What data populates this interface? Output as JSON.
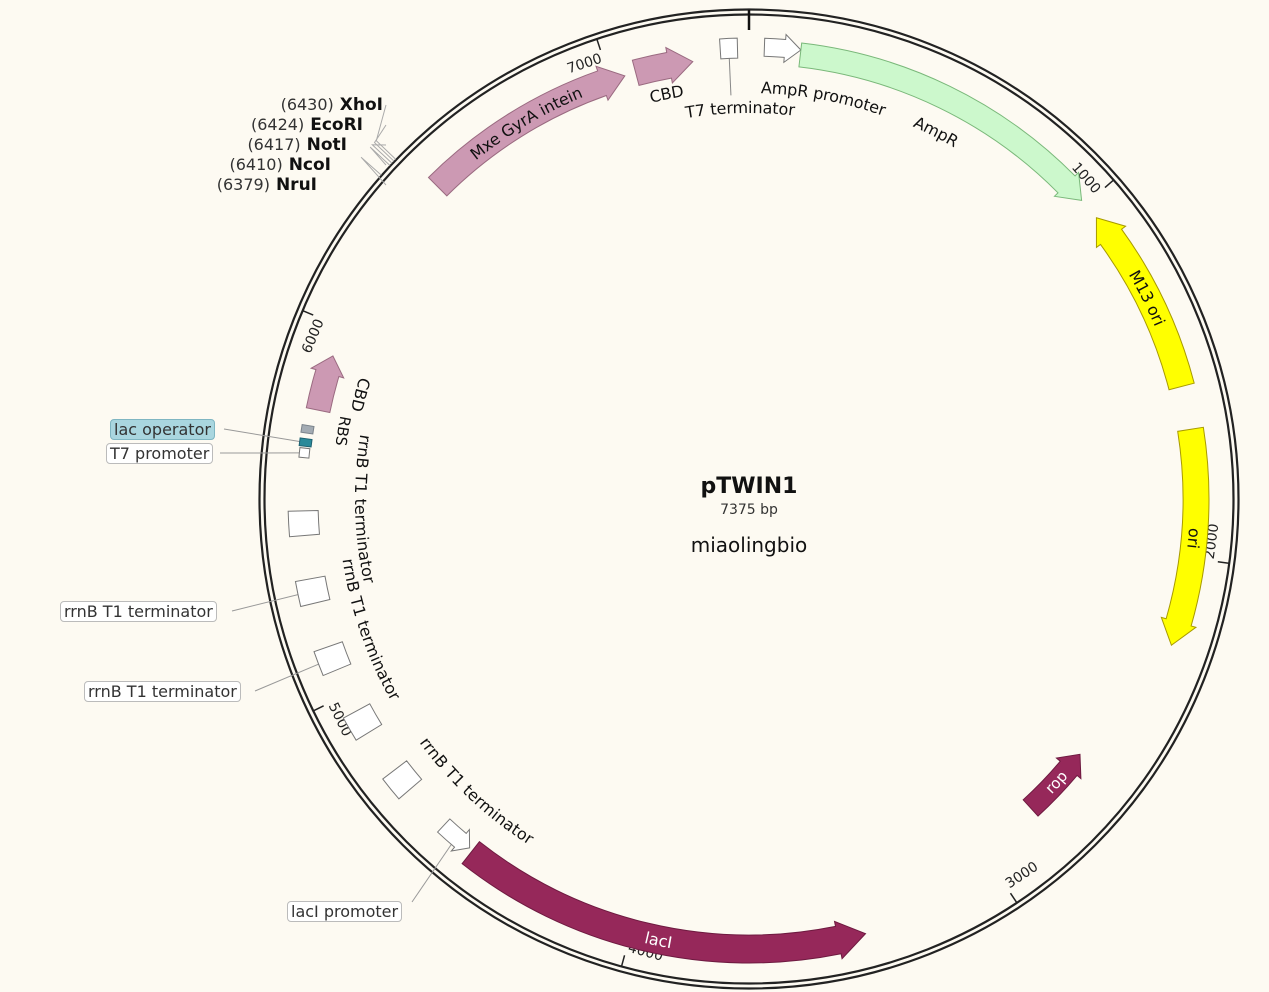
{
  "plasmid": {
    "name": "pTWIN1",
    "length_label": "7375 bp",
    "length": 7375,
    "brand": "miaolingbio"
  },
  "colors": {
    "background": "#fdfaf2",
    "pink": "#cc99b3",
    "maroon": "#96285a",
    "green": "#ccf8cc",
    "yellow": "#ffff00",
    "teal": "#2a8a9a",
    "gray": "#a3abb3",
    "white": "#ffffff"
  },
  "ticks": [
    {
      "bp": 1000,
      "label": "1000"
    },
    {
      "bp": 2000,
      "label": "2000"
    },
    {
      "bp": 3000,
      "label": "3000"
    },
    {
      "bp": 4000,
      "label": "4000"
    },
    {
      "bp": 5000,
      "label": "5000"
    },
    {
      "bp": 6000,
      "label": "6000"
    },
    {
      "bp": 7000,
      "label": "7000"
    }
  ],
  "features": [
    {
      "name": "AmpR promoter",
      "start": 40,
      "end": 135,
      "direction": "forward",
      "color": "#ffffff"
    },
    {
      "name": "AmpR",
      "start": 135,
      "end": 985,
      "direction": "forward",
      "color": "#ccf8cc"
    },
    {
      "name": "M13 ori",
      "start": 1045,
      "end": 1545,
      "direction": "reverse",
      "color": "#ffff00"
    },
    {
      "name": "ori",
      "start": 1660,
      "end": 2235,
      "direction": "forward",
      "color": "#ffff00"
    },
    {
      "name": "rop",
      "start": 2615,
      "end": 2820,
      "direction": "reverse",
      "color": "#96285a"
    },
    {
      "name": "lacI",
      "start": 3380,
      "end": 4470,
      "direction": "reverse",
      "color": "#96285a"
    },
    {
      "name": "lacI promoter",
      "start": 4480,
      "end": 4570,
      "direction": "reverse",
      "color": "#ffffff"
    },
    {
      "name": "rrnB T1 terminator",
      "start": 4700,
      "end": 4765,
      "direction": "none",
      "color": "#ffffff"
    },
    {
      "name": "rrnB T1 terminator",
      "start": 4885,
      "end": 4950,
      "direction": "none",
      "color": "#ffffff"
    },
    {
      "name": "rrnB T1 terminator",
      "start": 5070,
      "end": 5135,
      "direction": "none",
      "color": "#ffffff"
    },
    {
      "name": "rrnB T1 terminator",
      "start": 5255,
      "end": 5320,
      "direction": "none",
      "color": "#ffffff"
    },
    {
      "name": "rrnB T1 terminator",
      "start": 5435,
      "end": 5500,
      "direction": "none",
      "color": "#ffffff"
    },
    {
      "name": "T7 promoter",
      "start": 5640,
      "end": 5665,
      "direction": "none",
      "color": "#ffffff"
    },
    {
      "name": "lac operator",
      "start": 5670,
      "end": 5690,
      "direction": "none",
      "color": "#2a8a9a"
    },
    {
      "name": "RBS",
      "start": 5705,
      "end": 5725,
      "direction": "none",
      "color": "#a3abb3"
    },
    {
      "name": "CBD",
      "start": 5770,
      "end": 5920,
      "direction": "forward",
      "color": "#cc99b3"
    },
    {
      "name": "Mxe GyrA intein",
      "start": 6455,
      "end": 7040,
      "direction": "forward",
      "color": "#cc99b3"
    },
    {
      "name": "CBD",
      "start": 7070,
      "end": 7225,
      "direction": "forward",
      "color": "#cc99b3"
    },
    {
      "name": "T7 terminator",
      "start": 7300,
      "end": 7345,
      "direction": "none",
      "color": "#ffffff"
    }
  ],
  "sites": [
    {
      "position": "(6430)",
      "enzyme": "XhoI"
    },
    {
      "position": "(6424)",
      "enzyme": "EcoRI"
    },
    {
      "position": "(6417)",
      "enzyme": "NotI"
    },
    {
      "position": "(6410)",
      "enzyme": "NcoI"
    },
    {
      "position": "(6379)",
      "enzyme": "NruI"
    }
  ],
  "callouts": [
    {
      "text": "lac operator"
    },
    {
      "text": "T7 promoter"
    },
    {
      "text": "rrnB T1 terminator"
    },
    {
      "text": "rrnB T1 terminator"
    },
    {
      "text": "lacI promoter"
    }
  ]
}
